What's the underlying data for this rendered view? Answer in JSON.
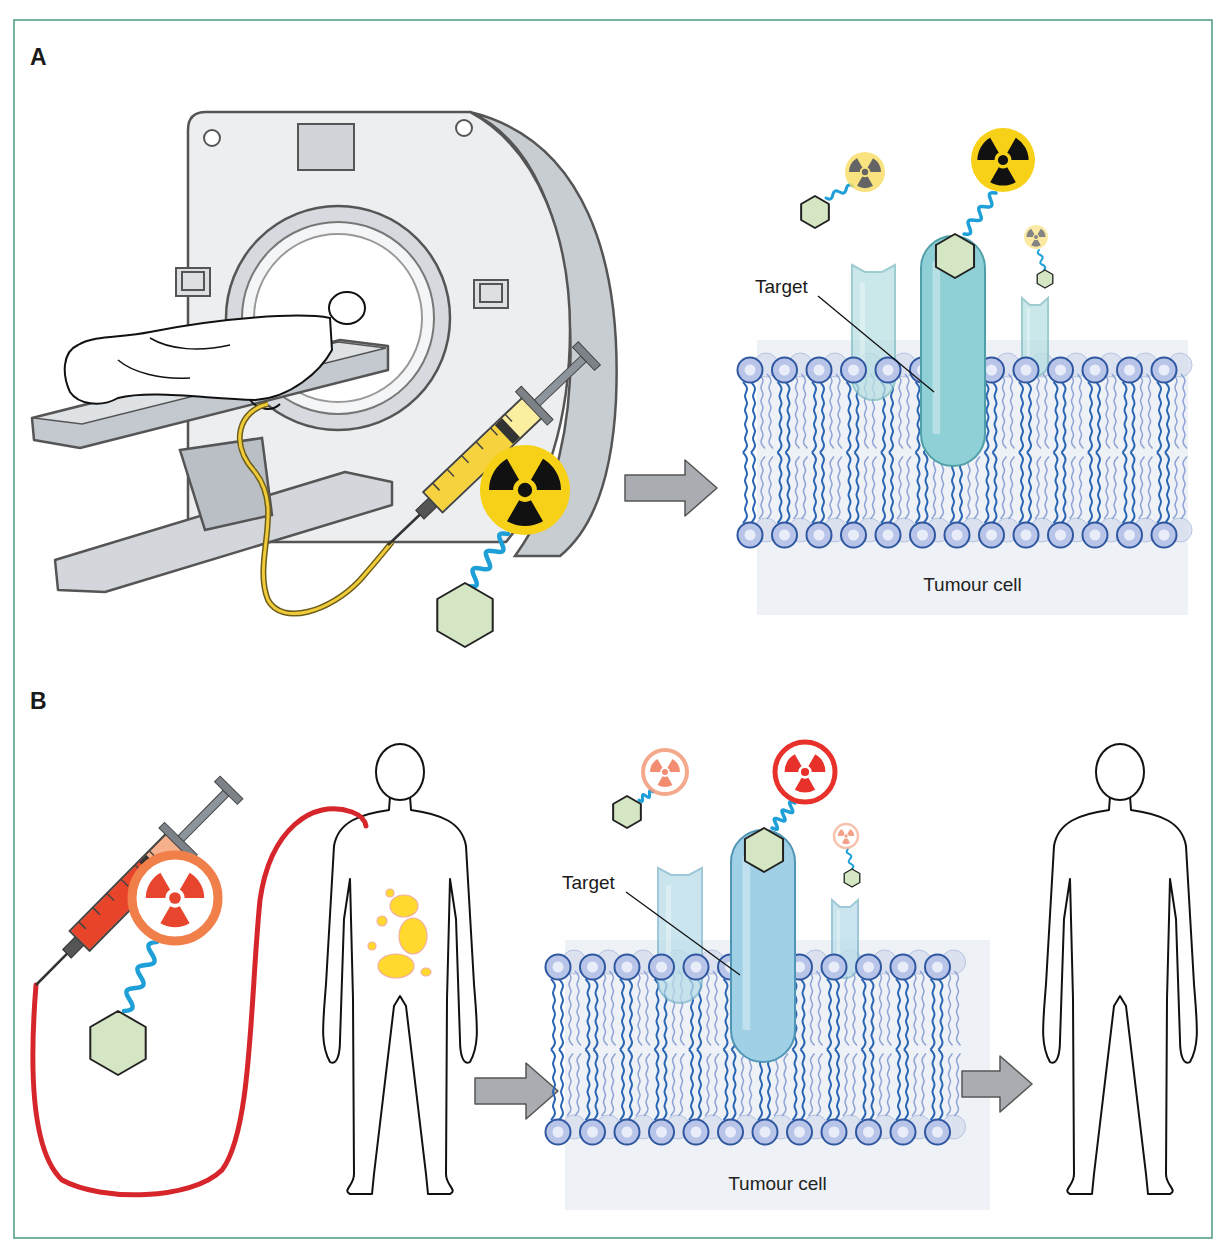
{
  "diagram": {
    "nodes": [
      {
        "text": [
          "Tumour cell"
        ]
      },
      {
        "text": [
          "Tumour cell"
        ]
      }
    ],
    "labels": [
      "A",
      "Target",
      "B",
      "Target"
    ]
  }
}
